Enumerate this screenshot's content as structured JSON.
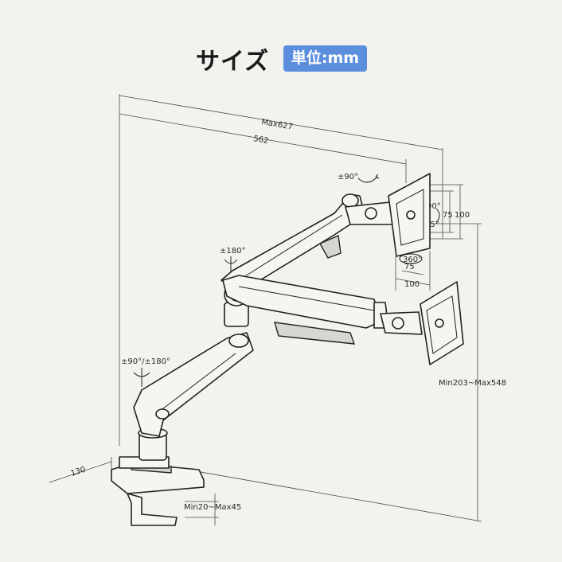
{
  "header": {
    "title": "サイズ",
    "unit_badge": "単位:mm"
  },
  "dimensions": {
    "max_reach": "Max627",
    "reach": "562",
    "tilt": "±90°",
    "arm_rotation": "±180°",
    "base_rotation": "±90°/±180°",
    "vesa_rotate": "90°",
    "vesa_75": "75",
    "vesa_100": "100",
    "tilt_angle": "15°",
    "swivel": "360°",
    "vesa_bottom_75": "75",
    "vesa_bottom_100": "100",
    "height": "Min203~Max548",
    "clamp_depth": "130",
    "desk_thickness": "Min20~Max45"
  }
}
